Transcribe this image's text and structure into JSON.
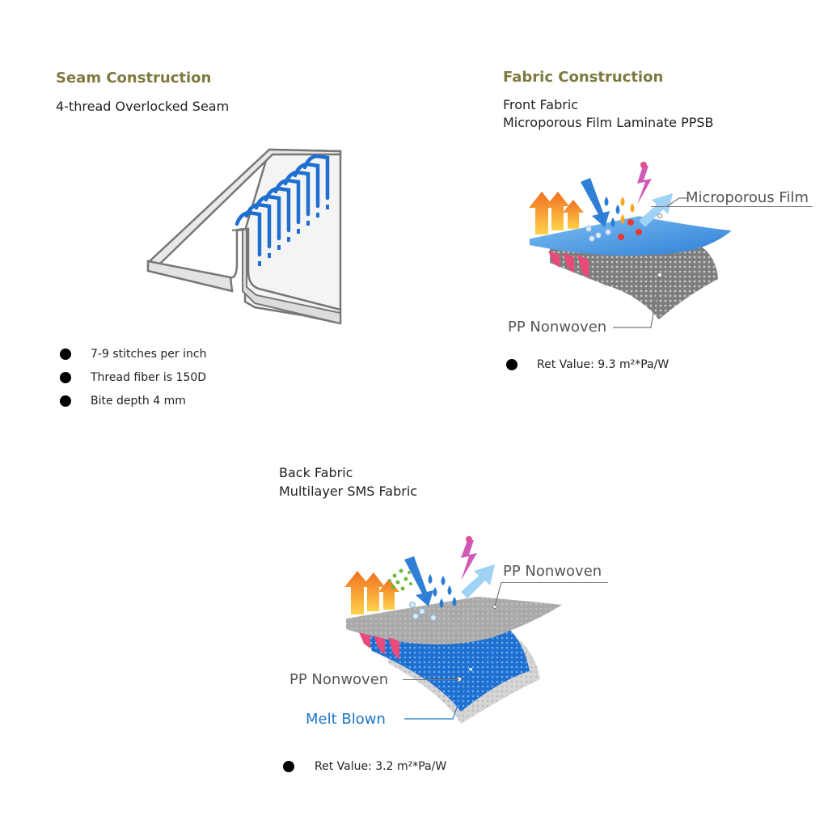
{
  "seam": {
    "heading": "Seam Construction",
    "subtitle": "4-thread Overlocked Seam",
    "bullets": [
      "7-9 stitches per inch",
      "Thread fiber is 150D",
      "Bite depth 4 mm"
    ]
  },
  "front": {
    "heading": "Fabric Construction",
    "line1": "Front Fabric",
    "line2": "Microporous Film Laminate PPSB",
    "labels": {
      "film": "Microporous Film",
      "nonwoven": "PP Nonwoven"
    },
    "ret": "Ret Value: 9.3 m²*Pa/W"
  },
  "back": {
    "line1": "Back Fabric",
    "line2": "Multilayer SMS Fabric",
    "labels": {
      "top": "PP Nonwoven",
      "bottom": "PP Nonwoven",
      "melt": "Melt Blown"
    },
    "ret": "Ret Value: 3.2 m²*Pa/W"
  },
  "colors": {
    "heading": "#7e7a3f",
    "stitch": "#1e6fd0",
    "film": "#3a8fe0",
    "nonwoven_gray": "#8a8a8a",
    "melt_blue": "#1e78c8"
  }
}
